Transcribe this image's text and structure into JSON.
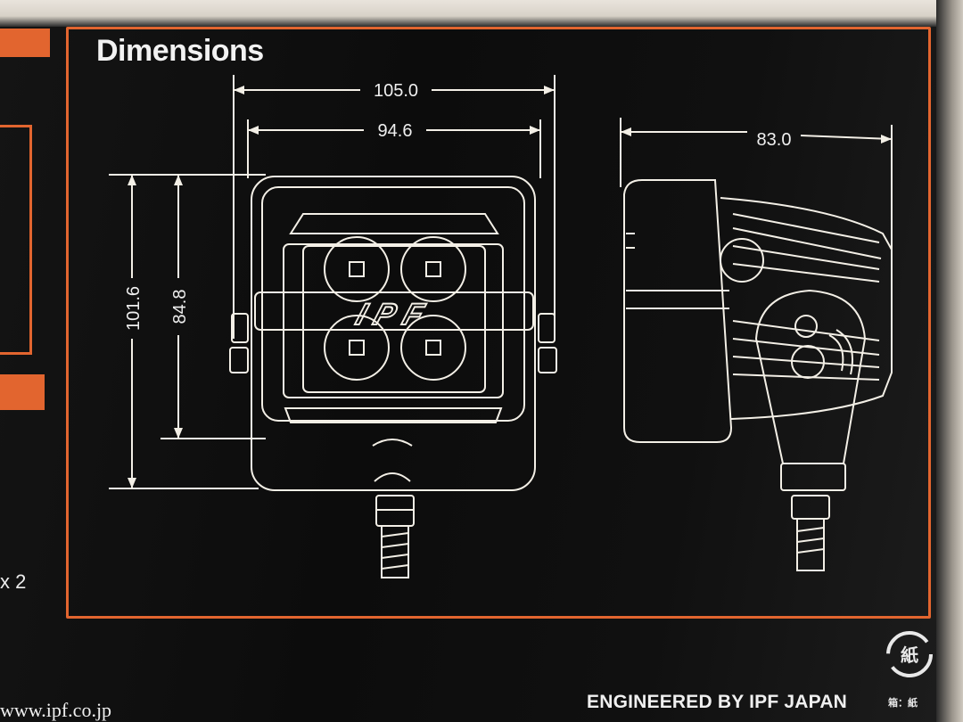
{
  "title": "Dimensions",
  "dimensions": {
    "overall_width": "105.0",
    "body_width": "94.6",
    "side_depth": "83.0",
    "overall_height": "101.6",
    "body_height": "84.8"
  },
  "logo_text": "IPF",
  "left_edge_text": "x 2",
  "footer": {
    "url": "www.ipf.co.jp",
    "engineered": "ENGINEERED BY IPF JAPAN",
    "recycle_mark": "紙",
    "recycle_label": "箱：紙"
  },
  "colors": {
    "accent": "#e2652f",
    "line_art": "#f3efe6",
    "background": "#0e0e0e"
  }
}
